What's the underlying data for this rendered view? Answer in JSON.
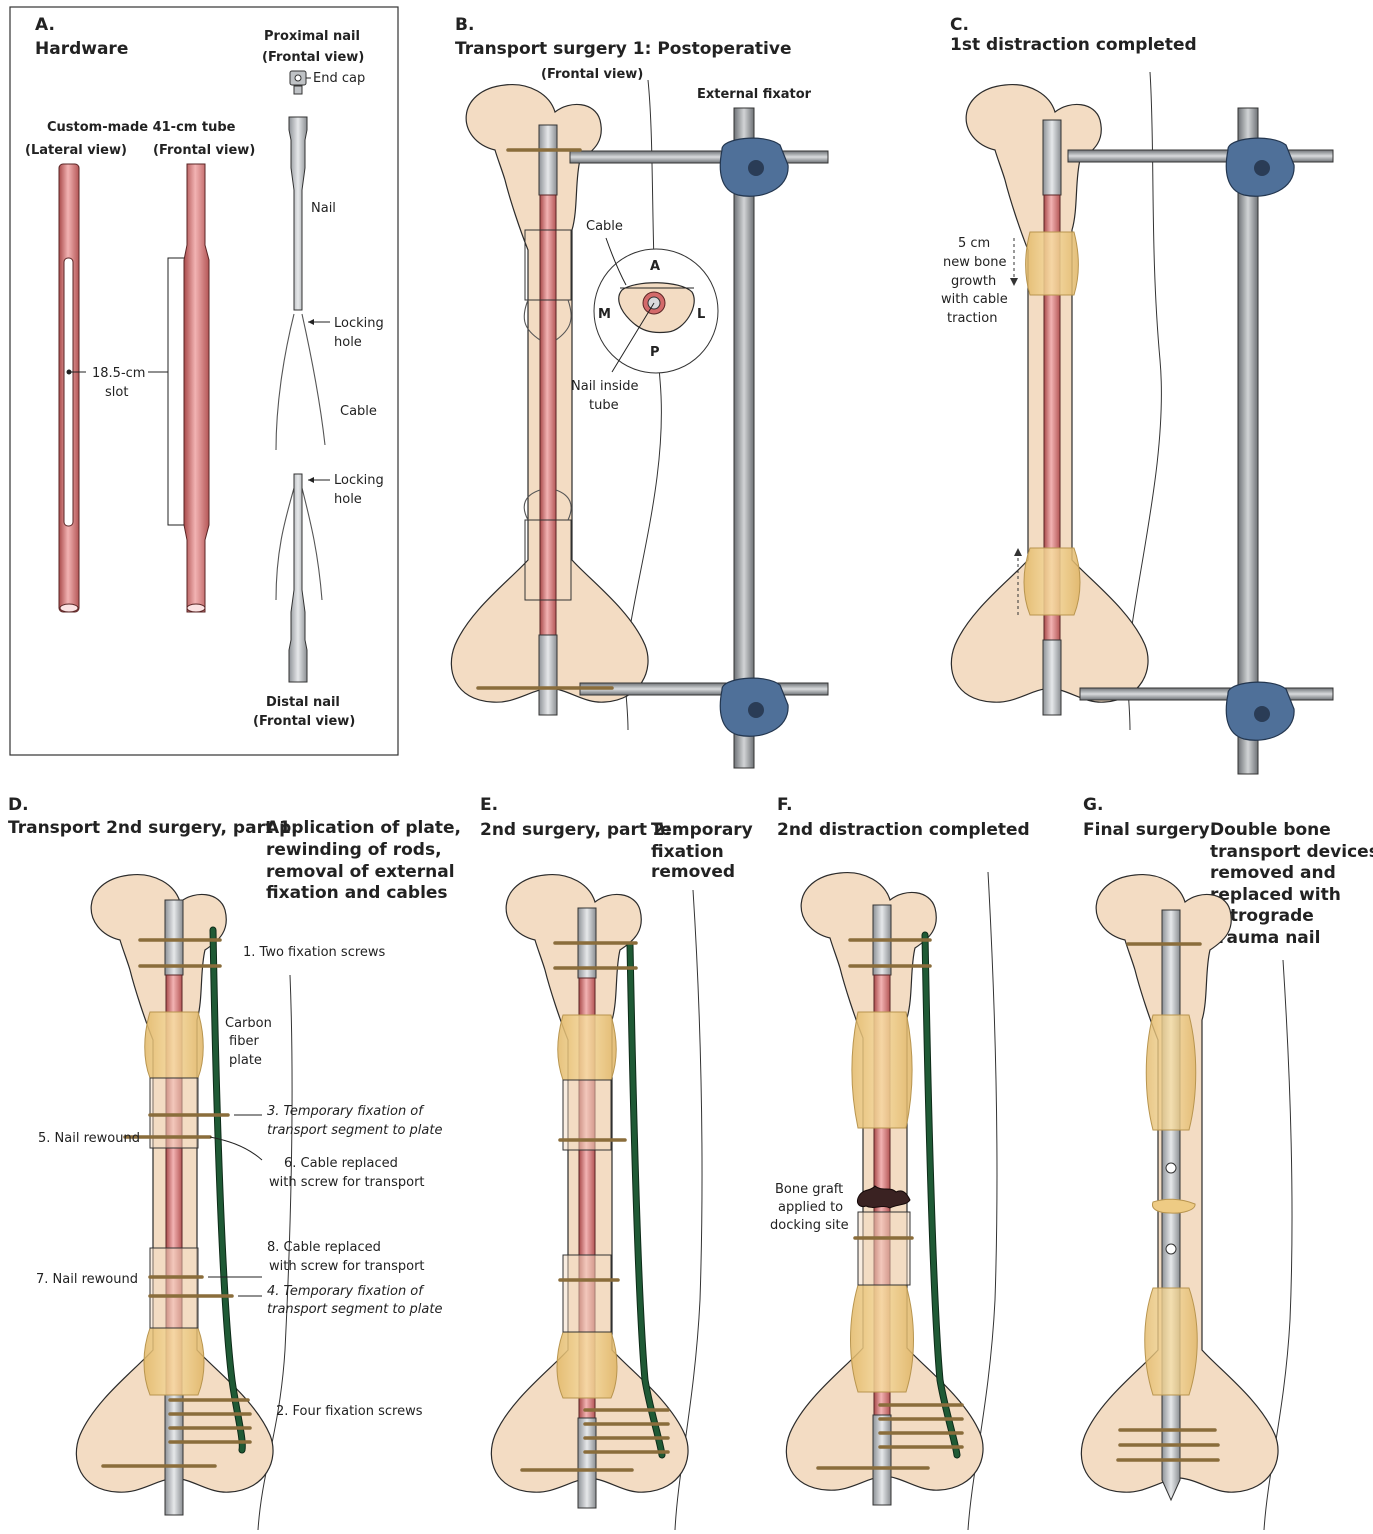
{
  "colors": {
    "tube": "#e08a8a",
    "clamp": "#4f7099",
    "plate": "#1f5a35",
    "new_bone": "#eecb84",
    "bone": "#f3dcc3"
  },
  "panelA": {
    "letter": "A.",
    "title": "Hardware",
    "tube_caption": "Custom-made 41-cm tube",
    "lateral_view": "(Lateral view)",
    "frontal_view": "(Frontal view)",
    "slot_label_1": "18.5-cm",
    "slot_label_2": "slot",
    "proximal_nail_1": "Proximal nail",
    "proximal_nail_2": "(Frontal view)",
    "end_cap": "End cap",
    "nail": "Nail",
    "locking_hole_1a": "Locking",
    "locking_hole_1b": "hole",
    "cable": "Cable",
    "locking_hole_2a": "Locking",
    "locking_hole_2b": "hole",
    "distal_nail_1": "Distal nail",
    "distal_nail_2": "(Frontal view)"
  },
  "panelB": {
    "letter": "B.",
    "title": "Transport surgery 1: Postoperative",
    "frontal_view": "(Frontal view)",
    "external_fixator": "External fixator",
    "cable": "Cable",
    "A": "A",
    "M": "M",
    "L": "L",
    "P": "P",
    "nail_inside_1": "Nail inside",
    "nail_inside_2": "tube"
  },
  "panelC": {
    "letter": "C.",
    "title": "1st distraction completed",
    "growth_1": "5 cm",
    "growth_2": "new bone",
    "growth_3": "growth",
    "growth_4": "with cable",
    "growth_5": "traction"
  },
  "panelD": {
    "letter": "D.",
    "title_left": "Transport 2nd surgery, part 1:",
    "title_r1": "Application of plate,",
    "title_r2": "rewinding of rods,",
    "title_r3": "removal of external",
    "title_r4": "fixation and cables",
    "n1": "1. Two fixation screws",
    "plate_1": "Carbon",
    "plate_2": "fiber",
    "plate_3": "plate",
    "n3a": "3. Temporary fixation of",
    "n3b": "transport segment to plate",
    "n5": "5. Nail rewound",
    "n6a": "6. Cable replaced",
    "n6b": "with screw for transport",
    "n8a": "8. Cable replaced",
    "n8b": "with screw for transport",
    "n7": "7. Nail rewound",
    "n4a": "4. Temporary fixation of",
    "n4b": "transport segment to plate",
    "n2": "2. Four fixation screws"
  },
  "panelE": {
    "letter": "E.",
    "title_left": "2nd surgery, part 2:",
    "title_r1": "Temporary",
    "title_r2": "fixation",
    "title_r3": "removed"
  },
  "panelF": {
    "letter": "F.",
    "title": "2nd distraction completed",
    "graft_1": "Bone graft",
    "graft_2": "applied to",
    "graft_3": "docking site"
  },
  "panelG": {
    "letter": "G.",
    "title_left": "Final surgery:",
    "title_r1": "Double bone",
    "title_r2": "transport devices",
    "title_r3": "removed and",
    "title_r4": "replaced with",
    "title_r5": "retrograde",
    "title_r6": "trauma nail"
  }
}
